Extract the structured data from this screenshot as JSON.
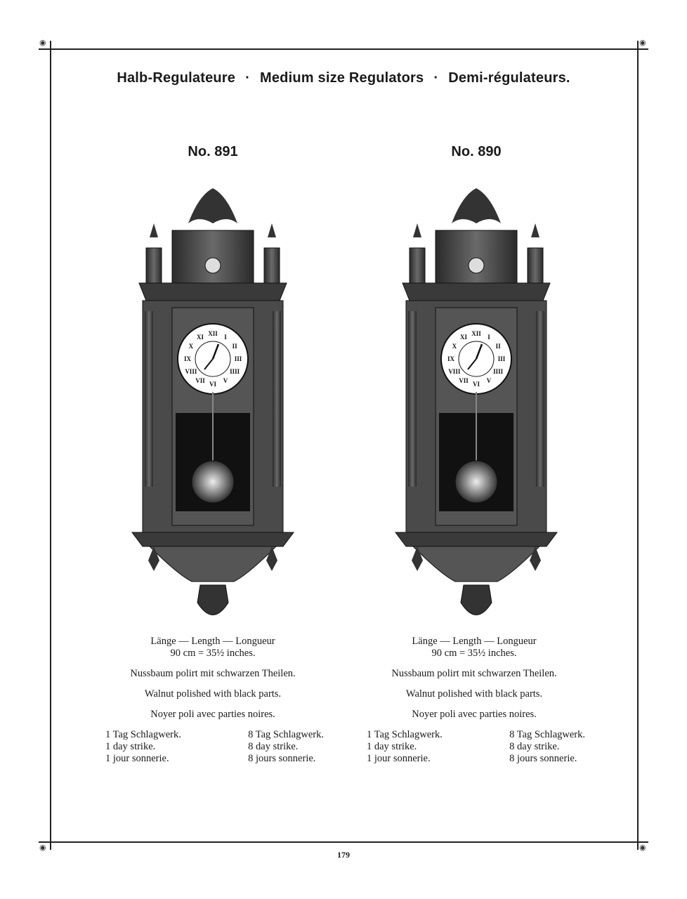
{
  "header": {
    "title_de": "Halb-Regulateure",
    "separator": "·",
    "title_en": "Medium size Regulators",
    "title_fr": "Demi-régulateurs."
  },
  "products": [
    {
      "number": "No. 891",
      "length_label": "Länge — Length — Longueur",
      "size": "90 cm = 35½ inches.",
      "finish_de": "Nussbaum polirt mit schwarzen Theilen.",
      "finish_en": "Walnut polished with black parts.",
      "finish_fr": "Noyer poli avec parties noires.",
      "option1": [
        "1 Tag Schlagwerk.",
        "1 day strike.",
        "1 jour sonnerie."
      ],
      "option8": [
        "8 Tag Schlagwerk.",
        "8 day strike.",
        "8 jours sonnerie."
      ]
    },
    {
      "number": "No. 890",
      "length_label": "Länge — Length — Longueur",
      "size": "90 cm = 35½ inches.",
      "finish_de": "Nussbaum polirt mit schwarzen Theilen.",
      "finish_en": "Walnut polished with black parts.",
      "finish_fr": "Noyer poli avec parties noires.",
      "option1": [
        "1 Tag Schlagwerk.",
        "1 day strike.",
        "1 jour sonnerie."
      ],
      "option8": [
        "8 Tag Schlagwerk.",
        "8 day strike.",
        "8 jours sonnerie."
      ]
    }
  ],
  "page_number": "179"
}
